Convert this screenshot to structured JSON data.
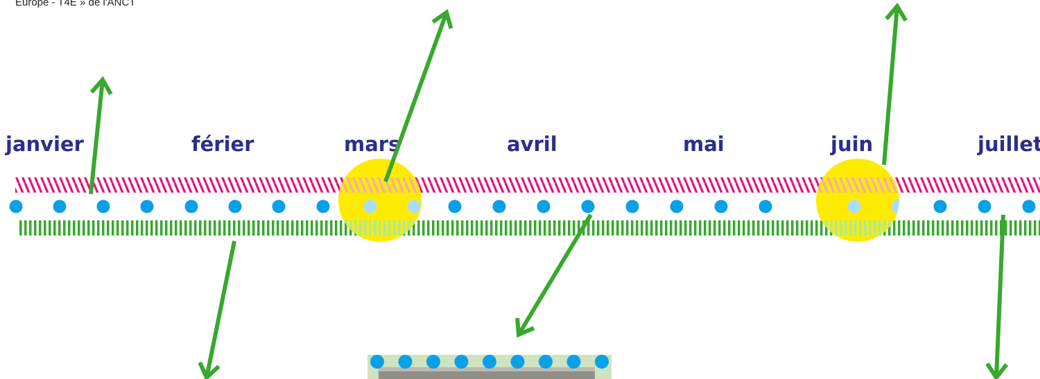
{
  "caption": "Europe - T4E » de l'ANCT",
  "months": [
    "janvier",
    "férier",
    "mars",
    "avril",
    "mai",
    "juin",
    "juillet"
  ],
  "icons": {
    "arrow": "arrow-icon",
    "highlight": "highlight-circle-icon",
    "dot": "dot-icon"
  },
  "colors": {
    "text": "#2b2f8a",
    "magenta": "#e0137f",
    "blue": "#0aa0e8",
    "green": "#38a82e",
    "yellow": "#ffeb00",
    "thumbnail_bg": "#cfe3c0"
  }
}
